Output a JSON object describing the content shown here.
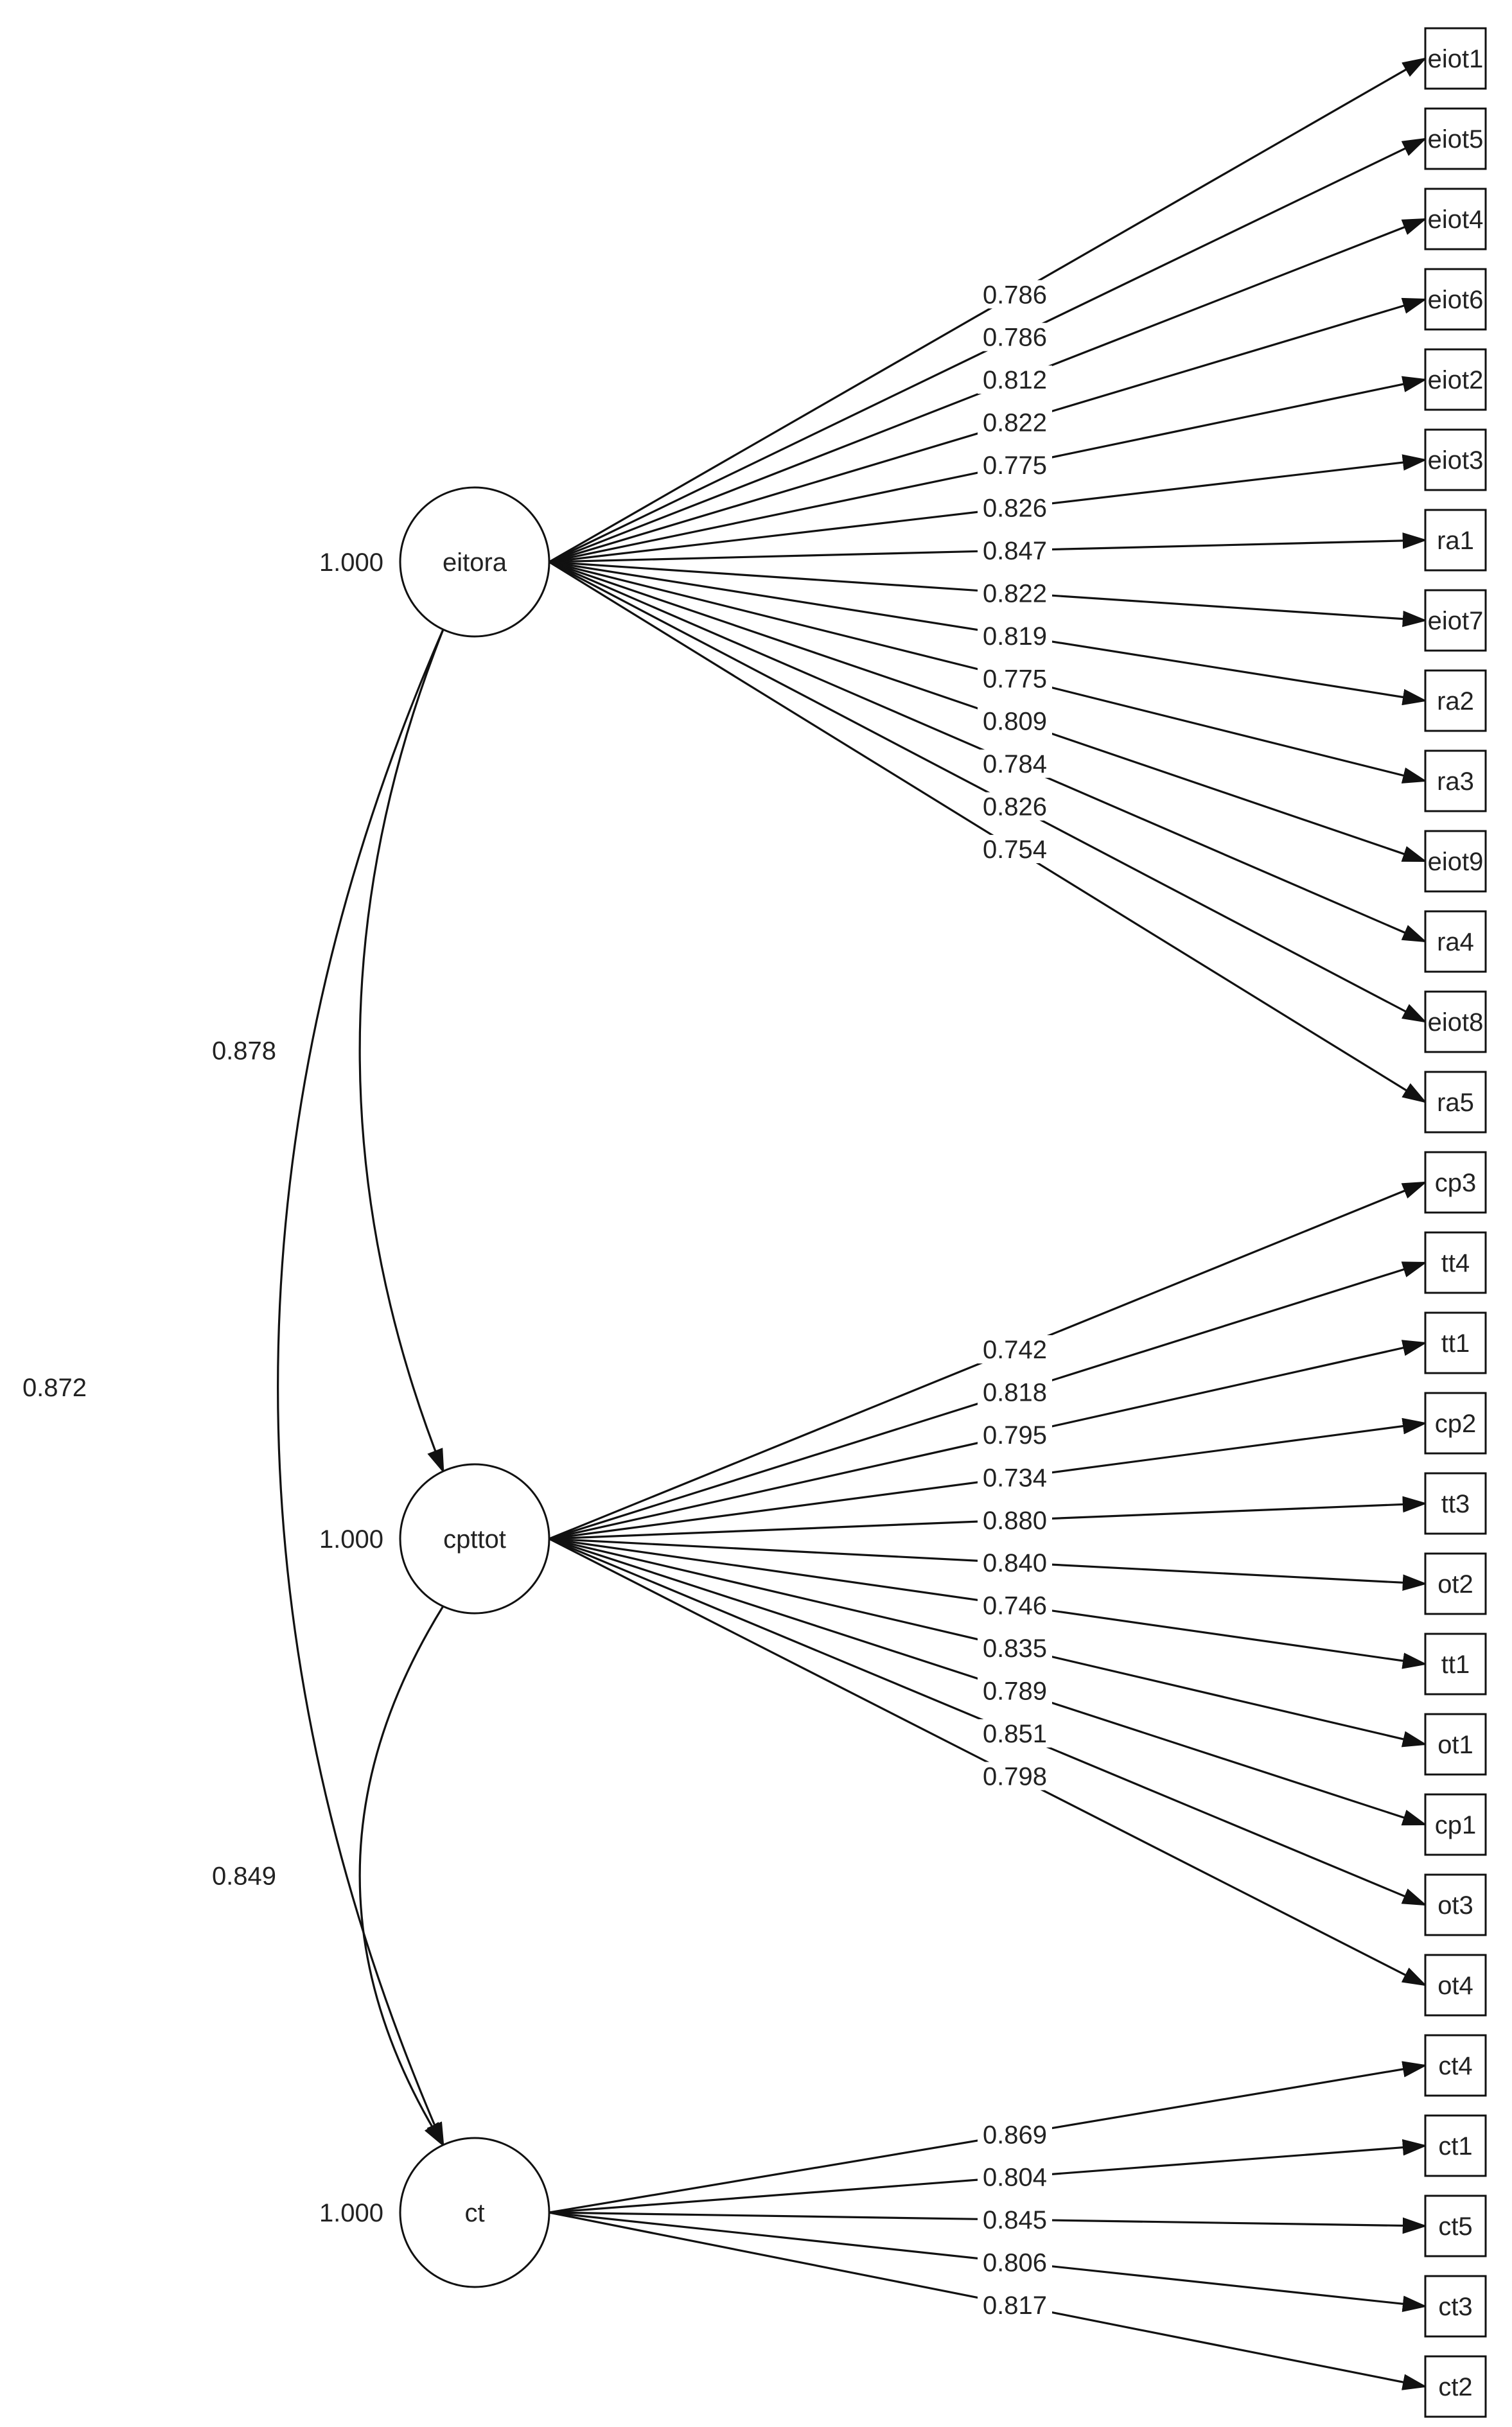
{
  "latents": [
    {
      "name": "eitora",
      "variance": "1.000"
    },
    {
      "name": "cpttot",
      "variance": "1.000"
    },
    {
      "name": "ct",
      "variance": "1.000"
    }
  ],
  "indicators": [
    {
      "name": "eiot1",
      "latent": "eitora",
      "loading": "0.786"
    },
    {
      "name": "eiot5",
      "latent": "eitora",
      "loading": "0.786"
    },
    {
      "name": "eiot4",
      "latent": "eitora",
      "loading": "0.812"
    },
    {
      "name": "eiot6",
      "latent": "eitora",
      "loading": "0.822"
    },
    {
      "name": "eiot2",
      "latent": "eitora",
      "loading": "0.775"
    },
    {
      "name": "eiot3",
      "latent": "eitora",
      "loading": "0.826"
    },
    {
      "name": "ra1",
      "latent": "eitora",
      "loading": "0.847"
    },
    {
      "name": "eiot7",
      "latent": "eitora",
      "loading": "0.822"
    },
    {
      "name": "ra2",
      "latent": "eitora",
      "loading": "0.819"
    },
    {
      "name": "ra3",
      "latent": "eitora",
      "loading": "0.775"
    },
    {
      "name": "eiot9",
      "latent": "eitora",
      "loading": "0.809"
    },
    {
      "name": "ra4",
      "latent": "eitora",
      "loading": "0.784"
    },
    {
      "name": "eiot8",
      "latent": "eitora",
      "loading": "0.826"
    },
    {
      "name": "ra5",
      "latent": "eitora",
      "loading": "0.754"
    },
    {
      "name": "cp3",
      "latent": "cpttot",
      "loading": "0.742"
    },
    {
      "name": "tt4",
      "latent": "cpttot",
      "loading": "0.818"
    },
    {
      "name": "tt1",
      "latent": "cpttot",
      "loading": "0.795"
    },
    {
      "name": "cp2",
      "latent": "cpttot",
      "loading": "0.734"
    },
    {
      "name": "tt3",
      "latent": "cpttot",
      "loading": "0.880"
    },
    {
      "name": "ot2",
      "latent": "cpttot",
      "loading": "0.840"
    },
    {
      "name": "tt1",
      "latent": "cpttot",
      "loading": "0.746"
    },
    {
      "name": "ot1",
      "latent": "cpttot",
      "loading": "0.835"
    },
    {
      "name": "cp1",
      "latent": "cpttot",
      "loading": "0.789"
    },
    {
      "name": "ot3",
      "latent": "cpttot",
      "loading": "0.851"
    },
    {
      "name": "ot4",
      "latent": "cpttot",
      "loading": "0.798"
    },
    {
      "name": "ct4",
      "latent": "ct",
      "loading": "0.869"
    },
    {
      "name": "ct1",
      "latent": "ct",
      "loading": "0.804"
    },
    {
      "name": "ct5",
      "latent": "ct",
      "loading": "0.845"
    },
    {
      "name": "ct3",
      "latent": "ct",
      "loading": "0.806"
    },
    {
      "name": "ct2",
      "latent": "ct",
      "loading": "0.817"
    }
  ],
  "correlations": [
    {
      "from": "eitora",
      "to": "cpttot",
      "value": "0.878"
    },
    {
      "from": "cpttot",
      "to": "ct",
      "value": "0.849"
    },
    {
      "from": "eitora",
      "to": "ct",
      "value": "0.872"
    }
  ]
}
